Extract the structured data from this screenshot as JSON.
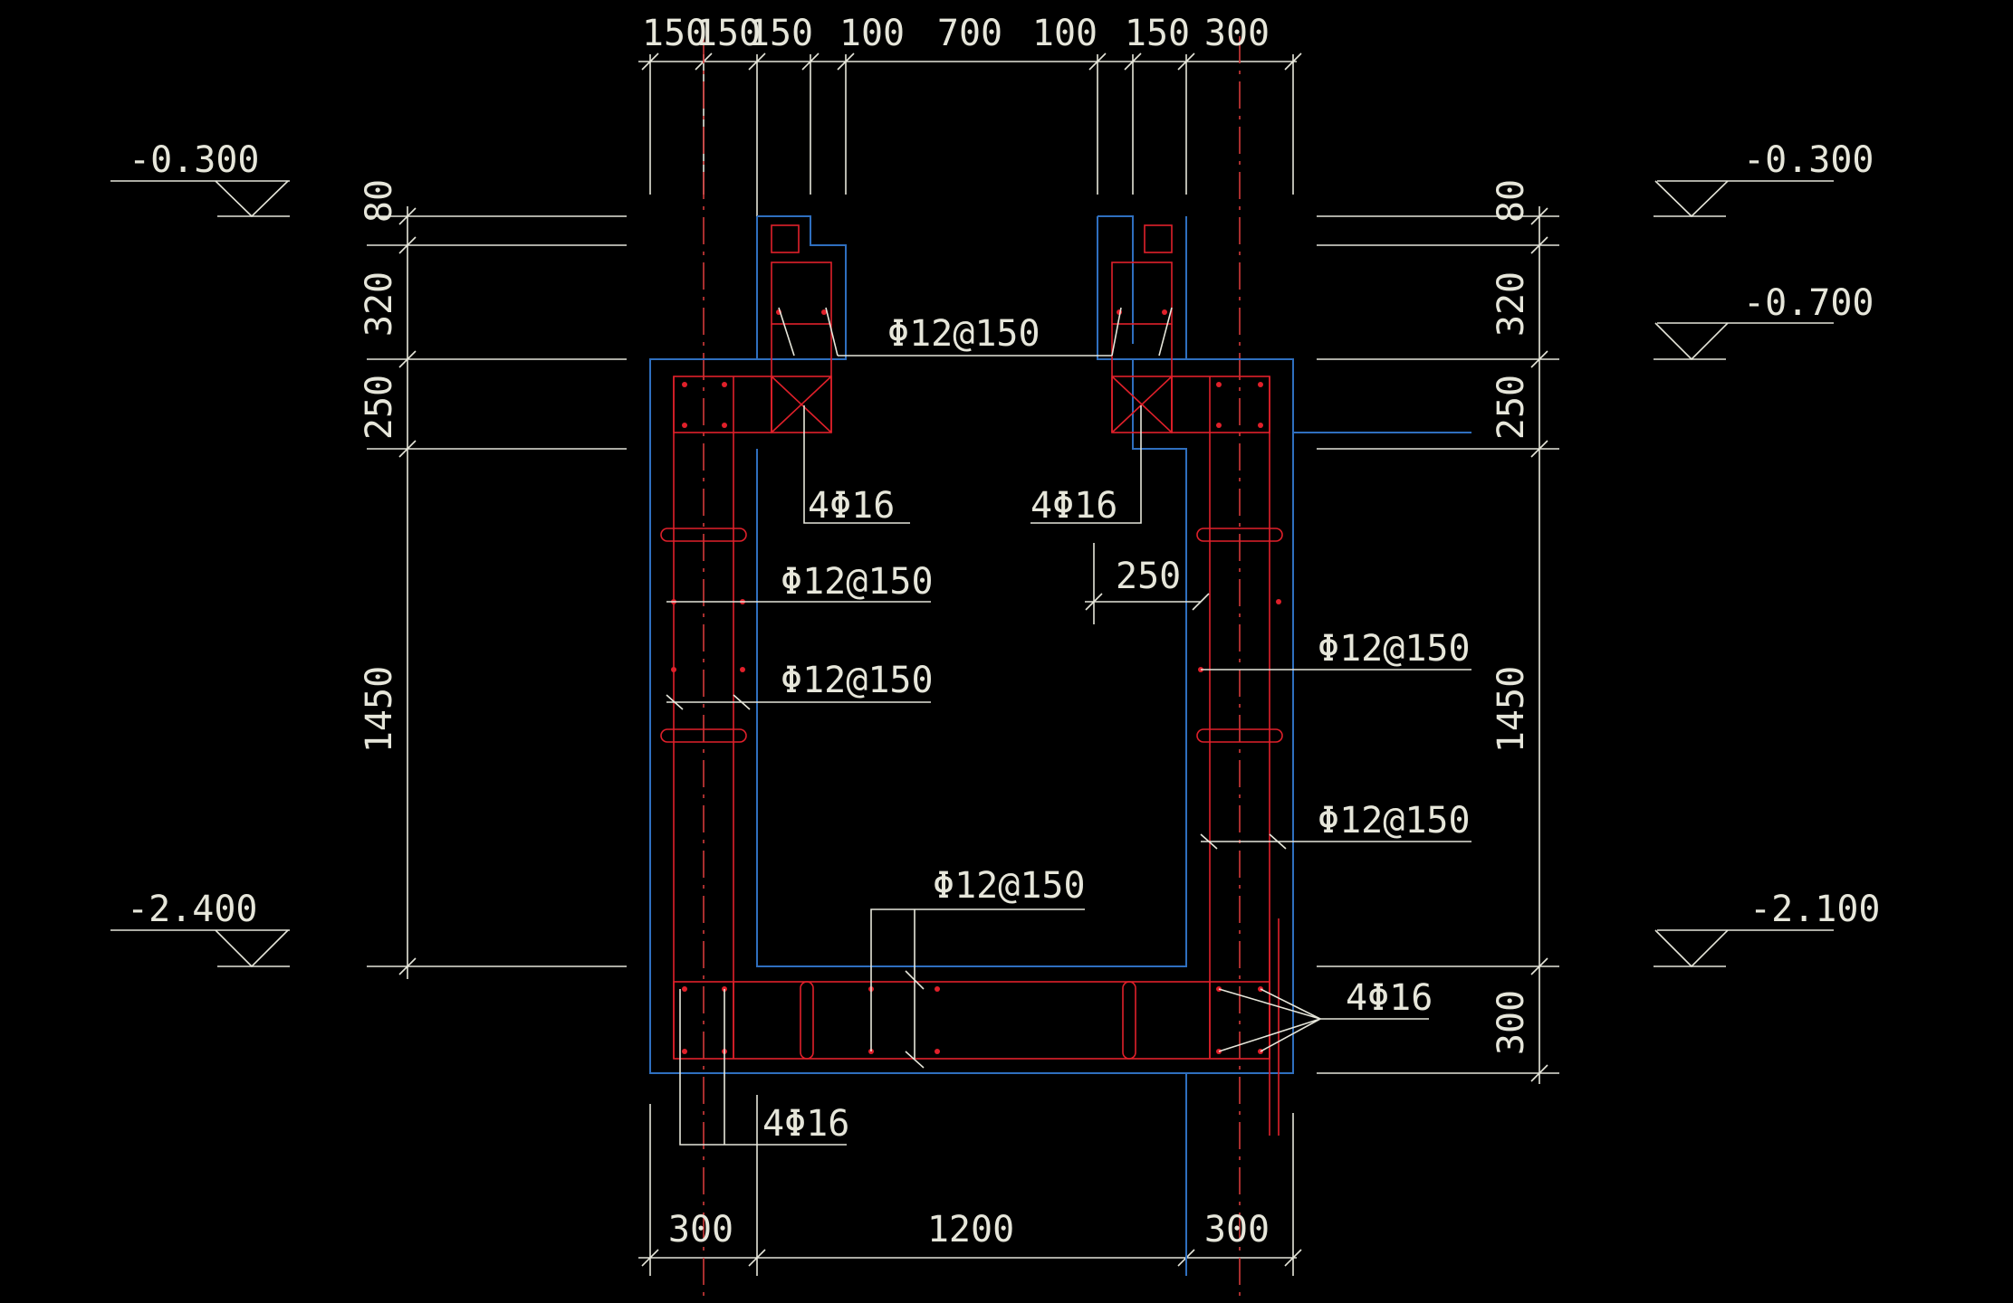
{
  "colors": {
    "background": "#000000",
    "dimension": "#e6e6da",
    "rebar": "#e0202a",
    "concrete_outline": "#2f6fbf",
    "centerline": "#d23a3a"
  },
  "top_dims": [
    "150",
    "150",
    "150",
    "100",
    "700",
    "100",
    "150",
    "300"
  ],
  "bottom_dims": [
    "300",
    "1200",
    "300"
  ],
  "left_dims": [
    "80",
    "320",
    "250",
    "1450"
  ],
  "right_dims": [
    "80",
    "320",
    "250",
    "1450",
    "300"
  ],
  "elevations": {
    "left_top": "-0.300",
    "left_bottom": "-2.400",
    "right_top": "-0.300",
    "right_mid": "-0.700",
    "right_bottom": "-2.100"
  },
  "labels": {
    "top_bar": "Φ12@150",
    "left_corner": "4Φ16",
    "right_corner": "4Φ16",
    "gap": "250",
    "left_wall_1": "Φ12@150",
    "left_wall_2": "Φ12@150",
    "right_wall_1": "Φ12@150",
    "right_wall_2": "Φ12@150",
    "base_slab": "Φ12@150",
    "base_right": "4Φ16",
    "base_left": "4Φ16"
  }
}
